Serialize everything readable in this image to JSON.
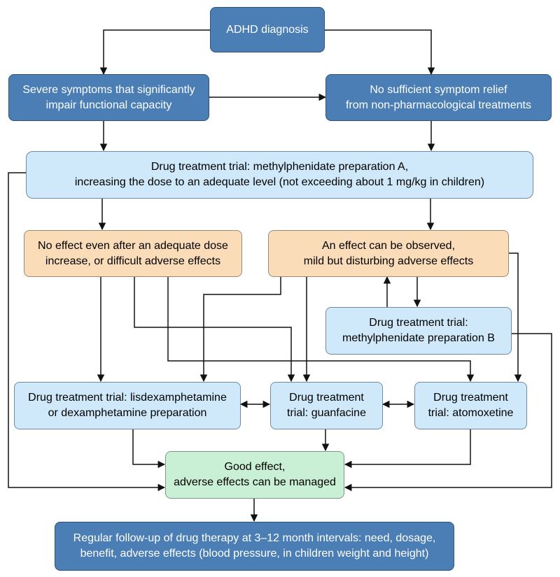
{
  "nodes": {
    "adhd_diagnosis": {
      "lines": [
        "ADHD diagnosis"
      ]
    },
    "severe_symptoms": {
      "lines": [
        "Severe symptoms that significantly",
        "impair functional capacity"
      ]
    },
    "no_relief": {
      "lines": [
        "No sufficient symptom relief",
        "from non-pharmacological treatments"
      ]
    },
    "trial_a": {
      "lines": [
        "Drug treatment trial: methylphenidate preparation A,",
        "increasing the dose to an adequate level (not exceeding about 1 mg/kg in children)"
      ]
    },
    "no_effect": {
      "lines": [
        "No effect even after an adequate dose",
        "increase, or difficult adverse effects"
      ]
    },
    "effect_observed": {
      "lines": [
        "An effect can be observed,",
        "mild but disturbing adverse effects"
      ]
    },
    "trial_b": {
      "lines": [
        "Drug treatment trial:",
        "methylphenidate preparation B"
      ]
    },
    "trial_lisdex": {
      "lines": [
        "Drug treatment trial: lisdexamphetamine",
        "or dexamphetamine preparation"
      ]
    },
    "trial_guanfacine": {
      "lines": [
        "Drug treatment",
        "trial: guanfacine"
      ]
    },
    "trial_atomoxetine": {
      "lines": [
        "Drug treatment",
        "trial: atomoxetine"
      ]
    },
    "good_effect": {
      "lines": [
        "Good effect,",
        "adverse effects can be managed"
      ]
    },
    "follow_up": {
      "lines": [
        "Regular follow-up of drug therapy at 3–12 month intervals: need, dosage,",
        "benefit, adverse effects (blood pressure, in children weight and height)"
      ]
    }
  },
  "colors": {
    "dark_fill": "#4a7eb4",
    "light_fill": "#cfe9fa",
    "peach_fill": "#fbdcb8",
    "green_fill": "#c9efd4",
    "connector": "#111111"
  }
}
